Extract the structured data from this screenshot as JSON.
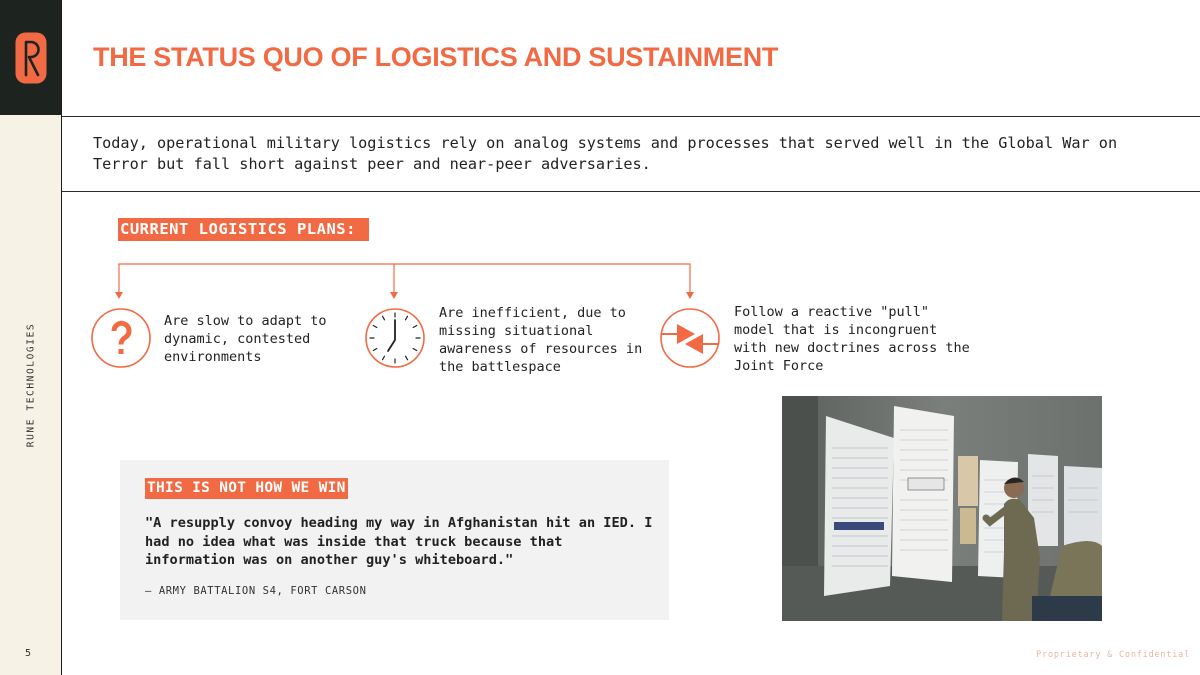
{
  "brand": {
    "name": "RUNE TECHNOLOGIES",
    "accent_color": "#f26a43",
    "logo_icon": "rune-r-logo-icon"
  },
  "page_number": "5",
  "title": "THE STATUS QUO OF LOGISTICS AND SUSTAINMENT",
  "intro": "Today, operational military logistics rely on analog systems and processes that served well in the Global War on Terror but fall short against peer and near-peer adversaries.",
  "plans": {
    "label": "CURRENT LOGISTICS PLANS:",
    "items": [
      {
        "icon": "question-mark-icon",
        "text": "Are slow to adapt to dynamic, contested environments"
      },
      {
        "icon": "clock-icon",
        "text": "Are inefficient, due to missing situational awareness of resources in the battlespace"
      },
      {
        "icon": "pull-arrows-icon",
        "text": "Follow a reactive \"pull\" model that is incongruent with new doctrines across the Joint Force"
      }
    ]
  },
  "quote": {
    "label": "THIS IS NOT HOW WE WIN",
    "text": "\"A resupply convoy heading my way in Afghanistan hit an IED. I had no idea what was inside that truck because that information was on another guy's whiteboard.\"",
    "attribution": "– ARMY BATTALION S4, FORT CARSON"
  },
  "photo": {
    "subject": "soldier-writing-on-whiteboard-photo"
  },
  "footer": "Proprietary & Confidential"
}
